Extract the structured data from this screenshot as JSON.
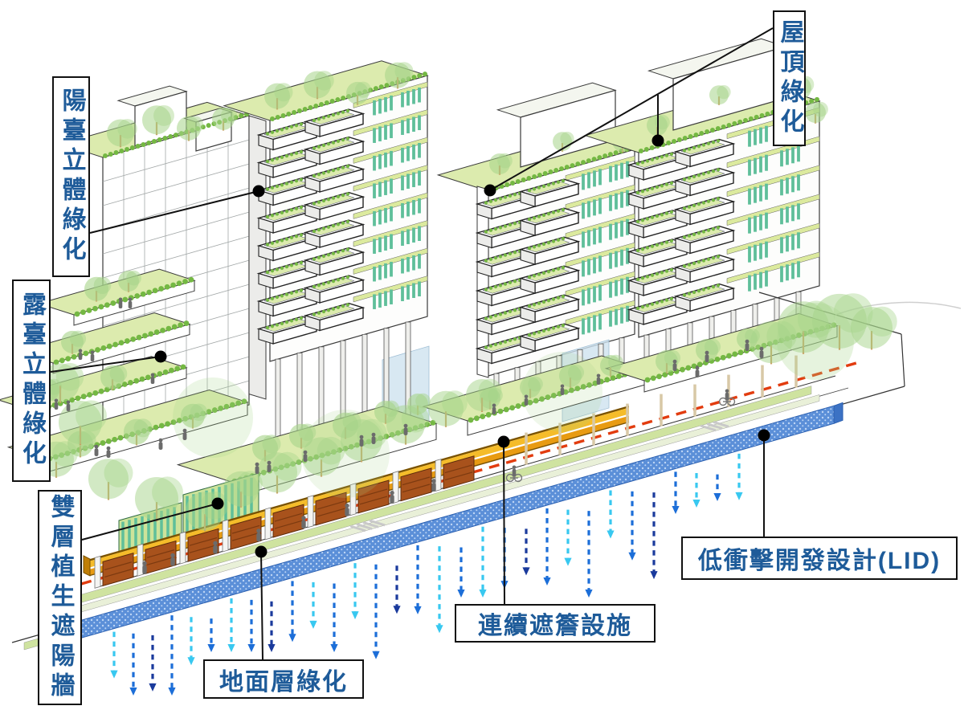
{
  "figure": {
    "type": "isometric-green-building-diagram",
    "language": "zh-TW"
  },
  "labels": {
    "balcony": {
      "text": "陽臺立體綠化"
    },
    "terrace": {
      "text": "露臺立體綠化"
    },
    "double_wall": {
      "text": "雙層植生遮陽牆"
    },
    "roof": {
      "text": "屋頂綠化"
    },
    "ground": {
      "text": "地面層綠化"
    },
    "canopy": {
      "text": "連續遮簷設施"
    },
    "lid": {
      "text": "低衝擊開發設計(LID)"
    }
  },
  "colors": {
    "label_text": "#1e5b99",
    "label_border": "#111111",
    "leader_line": "#111111",
    "leader_dot": "#000000",
    "canopy_yellow": "#f5bc2a",
    "canopy_orange": "#e89b12",
    "canopy_dark": "#7a5200",
    "water_blue": "#5b8fd8",
    "water_dot": "#bdd5f5",
    "water_edge": "#2a5fb0",
    "arrow_blue": "#1c6ed8",
    "arrow_cyan": "#38c8f0",
    "arrow_navy": "#1a3a9c",
    "tree_green": "#a6d489",
    "deck_green": "#dcebae",
    "hedge_green": "#74b843",
    "greenwall_teal": "#5fbf9a",
    "slab_band": "#dcea9e",
    "grass_strip": "#cfe3a0",
    "wood_brown": "#a8521c",
    "red_guide": "#e23c0f",
    "people_gray": "#6b6b6b",
    "glass_blue": "#cfe3f0",
    "outline": "#3a3a3a"
  }
}
